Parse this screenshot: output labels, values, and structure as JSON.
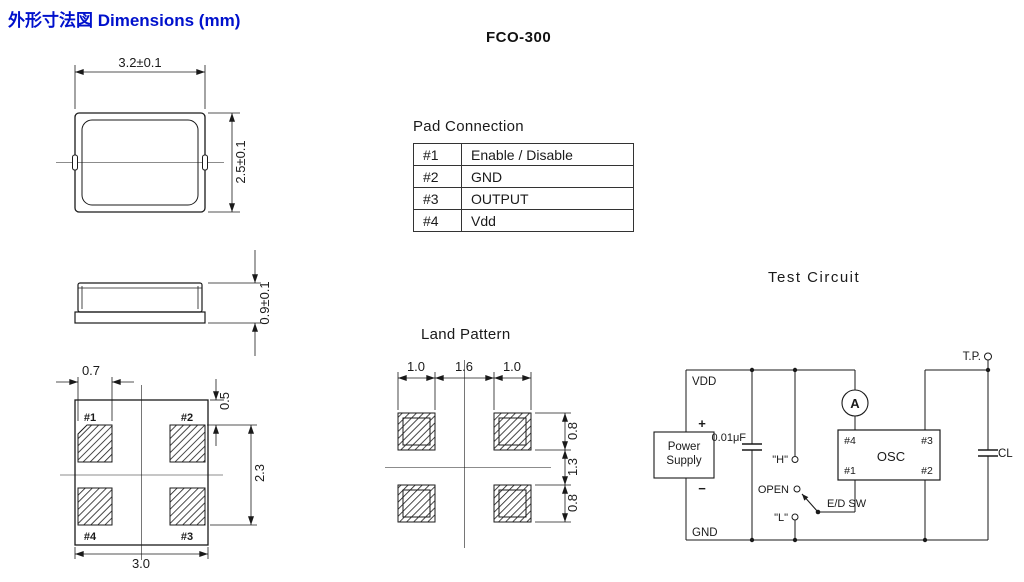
{
  "header": {
    "title": "外形寸法図  Dimensions (mm)",
    "part_number": "FCO-300"
  },
  "top_view": {
    "width_dim": "3.2±0.1",
    "height_dim": "2.5±0.1"
  },
  "side_view": {
    "height_dim": "0.9±0.1"
  },
  "bottom_view": {
    "pads": {
      "p1": "#1",
      "p2": "#2",
      "p3": "#3",
      "p4": "#4"
    },
    "pad_width_dim": "0.7",
    "pad_top_dim": "0.5",
    "pad_pitch_dim": "2.3",
    "body_width_dim": "3.0"
  },
  "pad_connection": {
    "title": "Pad Connection",
    "rows": [
      {
        "pin": "#1",
        "function": "Enable / Disable"
      },
      {
        "pin": "#2",
        "function": "GND"
      },
      {
        "pin": "#3",
        "function": "OUTPUT"
      },
      {
        "pin": "#4",
        "function": "Vdd"
      }
    ]
  },
  "land_pattern": {
    "title": "Land Pattern",
    "top_dims": [
      "1.0",
      "1.6",
      "1.0"
    ],
    "side_dims": [
      "0.8",
      "1.3",
      "0.8"
    ]
  },
  "test_circuit": {
    "title": "Test Circuit",
    "vdd": "VDD",
    "gnd": "GND",
    "power_supply": [
      "Power",
      "Supply"
    ],
    "plus": "+",
    "minus": "−",
    "cap_value": "0.01μF",
    "ammeter": "A",
    "h_label": "\"H\"",
    "open_label": "OPEN",
    "l_label": "\"L\"",
    "switch_label": "E/D SW",
    "osc": "OSC",
    "pin4": "#4",
    "pin3": "#3",
    "pin1": "#1",
    "pin2": "#2",
    "tp": "T.P.",
    "cl": "CL"
  },
  "colors": {
    "accent_blue": "#0011cc",
    "line": "#1a1a1a"
  }
}
